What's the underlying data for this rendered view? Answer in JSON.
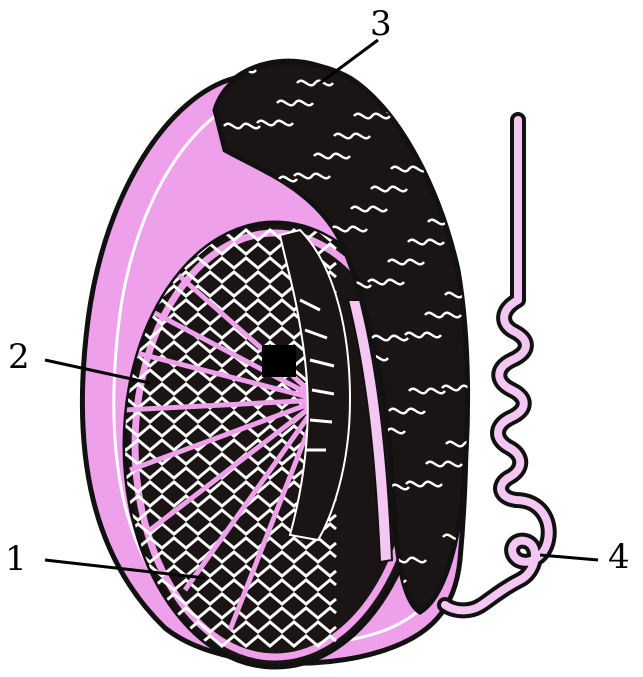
{
  "labels": {
    "one": "1",
    "two": "2",
    "three": "3",
    "four": "4"
  },
  "colors": {
    "tissue": "#eea0ea",
    "tissue_light": "#f4c6f2",
    "tubules": "#1a1414",
    "outline": "#111111",
    "background": "#ffffff"
  }
}
